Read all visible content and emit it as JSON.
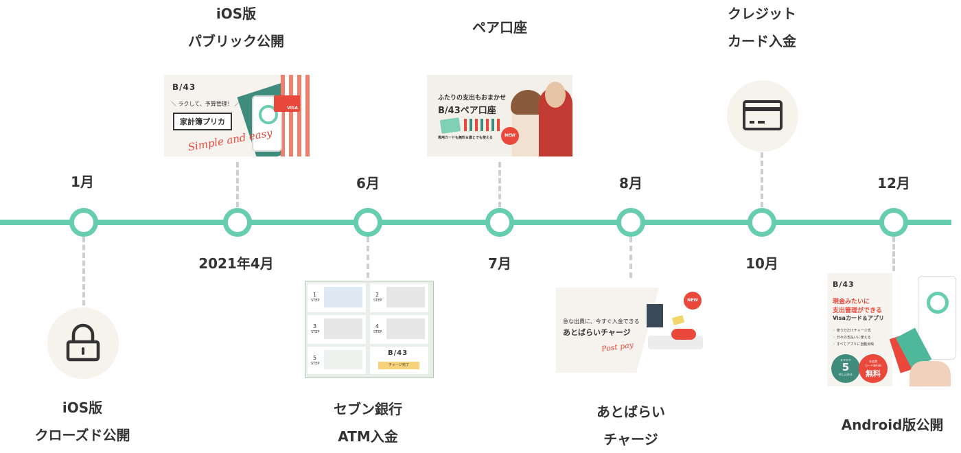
{
  "timeline": {
    "events": [
      {
        "month": "1月",
        "title_lines": [
          "iOS版",
          "クローズド公開"
        ],
        "icon": "lock-icon"
      },
      {
        "month": "2021年4月",
        "title_lines": [
          "iOS版",
          "パブリック公開"
        ]
      },
      {
        "month": "6月",
        "title_lines": [
          "セブン銀行",
          "ATM入金"
        ]
      },
      {
        "month": "7月",
        "title_lines": [
          "ペア口座"
        ]
      },
      {
        "month": "8月",
        "title_lines": [
          "あとばらい",
          "チャージ"
        ]
      },
      {
        "month": "10月",
        "title_lines": [
          "クレジット",
          "カード入金"
        ],
        "icon": "credit-card-icon"
      },
      {
        "month": "12月",
        "title_lines": [
          "Android版公開"
        ]
      }
    ]
  },
  "thumbnails": {
    "prepaid": {
      "brand": "B/43",
      "tagline": "＼ ラクして、予算管理！ ／",
      "product": "家計簿プリカ",
      "script": "Simple and easy",
      "card_brand": "VISA"
    },
    "atm": {
      "steps": [
        "1",
        "2",
        "3",
        "4",
        "5"
      ],
      "step_label": "STEP",
      "brand": "B/43",
      "final_button": "チャージ完了"
    },
    "pair": {
      "headline1": "ふたりの支出もおまかせ",
      "headline2": "B/43ペア口座",
      "badge": "NEW",
      "caption": "専用カードも無料＆誰とでも使える"
    },
    "postpay": {
      "line1": "急な出費に、今すぐ入金できる",
      "line2": "あとばらいチャージ",
      "script": "Post pay",
      "badge": "NEW"
    },
    "android": {
      "brand": "B/43",
      "headline1": "現金みたいに",
      "headline2": "支出管理ができる",
      "headline3": "Visaカード＆アプリ",
      "checks": [
        "使う分だけチャージ式",
        "日々の支払いに使える",
        "すべてアプリに自動反映"
      ],
      "badge1_top": "スマホで",
      "badge1_num": "5",
      "badge1_unit": "分で",
      "badge1_bottom": "申し込める",
      "badge2_top": "年会費",
      "badge2_mid": "カード発行料",
      "badge2_bottom": "無料"
    }
  },
  "colors": {
    "accent": "#67CDAF",
    "dash": "#cfcfcf",
    "icon_bg": "#f6f2ec",
    "red": "#e9483b"
  }
}
